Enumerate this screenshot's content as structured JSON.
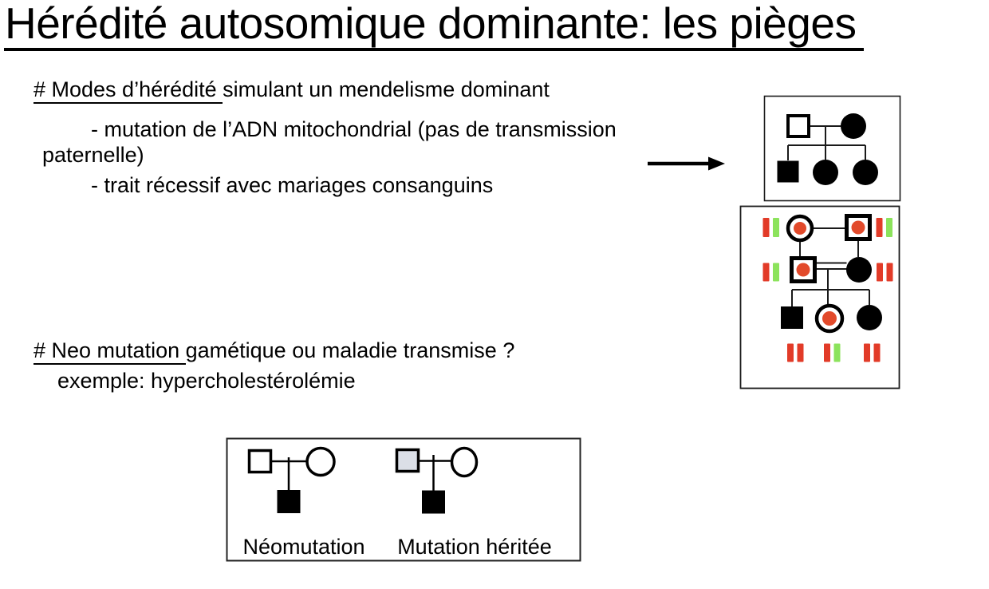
{
  "title": "Hérédité autosomique dominante: les pièges",
  "sections": {
    "modes": {
      "heading_underlined": "# Modes d’hérédité ",
      "heading_rest": "simulant un mendelisme dominant",
      "bullet1_line1": "- mutation de l’ADN mitochondrial (pas de transmission",
      "bullet1_line2": "paternelle)",
      "bullet2": "- trait récessif avec mariages consanguins"
    },
    "neo": {
      "heading_underlined": "# Neo mutation ",
      "heading_rest": "gamétique ou maladie transmise ?",
      "example": "exemple: hypercholestérolémie"
    }
  },
  "bottom_figure": {
    "label_left": "Néomutation",
    "label_right": "Mutation héritée"
  },
  "colors": {
    "allele_red": "#e23b28",
    "allele_green": "#8ce35c",
    "carrier_dot": "#e24a2b",
    "mosaic_gray": "#dbdfe7",
    "ink": "#000000"
  },
  "figures": {
    "mitochondrial_pedigree": {
      "generation_1": [
        "unaffected-male",
        "affected-female"
      ],
      "generation_2": [
        "affected-male",
        "affected-female",
        "affected-female"
      ]
    },
    "consanguinity_pedigree": {
      "generation_1": [
        {
          "symbol": "carrier-female",
          "alleles": [
            "red",
            "green"
          ]
        },
        {
          "symbol": "carrier-male",
          "alleles": [
            "red",
            "green"
          ]
        }
      ],
      "generation_2": [
        {
          "symbol": "carrier-male",
          "alleles": [
            "red",
            "green"
          ]
        },
        {
          "symbol": "affected-female",
          "alleles": [
            "red",
            "red"
          ]
        }
      ],
      "generation_2_union": "consanguineous-double-line",
      "generation_3": [
        {
          "symbol": "affected-male",
          "alleles": [
            "red",
            "red"
          ]
        },
        {
          "symbol": "carrier-female",
          "alleles": [
            "red",
            "green"
          ]
        },
        {
          "symbol": "affected-female",
          "alleles": [
            "red",
            "red"
          ]
        }
      ]
    },
    "neomutation_pedigree": {
      "parents": [
        "unaffected-male",
        "unaffected-female"
      ],
      "child": "affected-male"
    },
    "inherited_pedigree": {
      "parents": [
        "mosaic-male",
        "unaffected-female"
      ],
      "child": "affected-male"
    }
  }
}
